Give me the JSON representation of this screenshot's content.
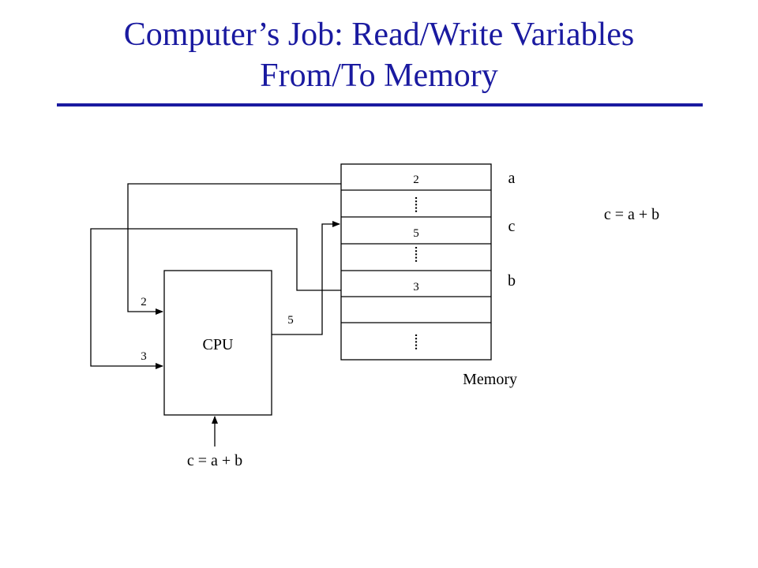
{
  "title": {
    "line1": "Computer’s Job: Read/Write Variables",
    "line2": "From/To Memory"
  },
  "colors": {
    "title": "#1a1aa0",
    "ink": "#000000"
  },
  "memory": {
    "label": "Memory",
    "cells": [
      {
        "value": "2",
        "var": "a"
      },
      {
        "value": "5",
        "var": "c"
      },
      {
        "value": "3",
        "var": "b"
      }
    ]
  },
  "cpu": {
    "label": "CPU",
    "input_a": "2",
    "input_b": "3",
    "output": "5",
    "instruction": "c = a + b"
  },
  "side_statement": "c = a + b"
}
